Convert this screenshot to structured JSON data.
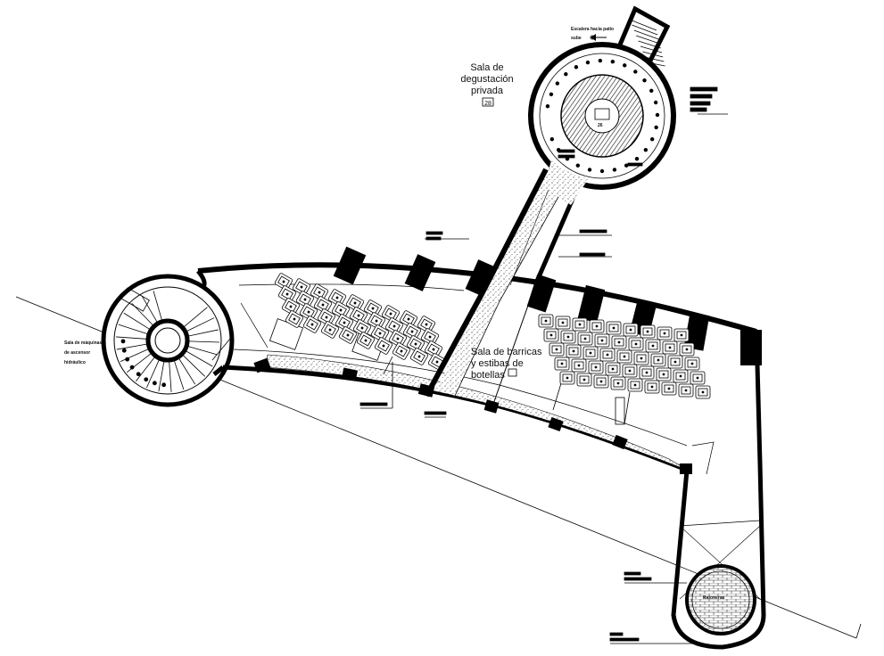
{
  "rooms": {
    "tasting": {
      "line1": "Sala de",
      "line2": "degustación",
      "line3": "privada",
      "number": "28"
    },
    "barrels": {
      "line1": "Sala de barricas",
      "line2": "y estibas de",
      "line3": "botellas"
    },
    "machines": {
      "line1": "Sala de máquinas",
      "line2": "de ascensor",
      "line3": "hidráulico"
    },
    "well": {
      "label": "Ratoneras"
    }
  },
  "table_number": "26",
  "stair_note": {
    "line1": "Escalera hacia patio",
    "line2": "sube"
  },
  "colors": {
    "line": "#000000",
    "fill": "#000000",
    "background": "#ffffff",
    "hatch": "#333333"
  },
  "icons": [
    "stair-arrow-icon",
    "section-cut-line"
  ]
}
